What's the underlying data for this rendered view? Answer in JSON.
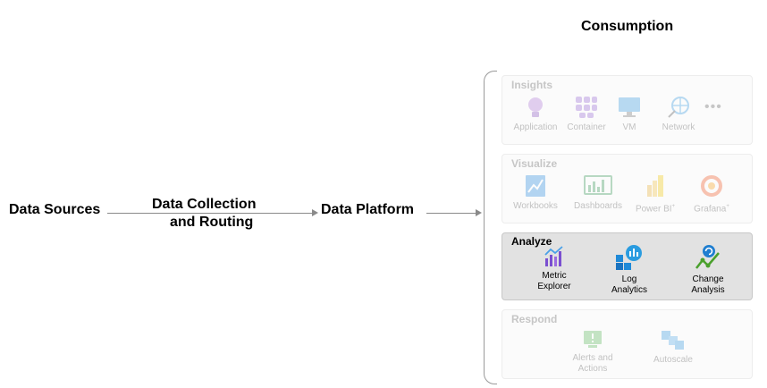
{
  "flow": {
    "data_sources": "Data Sources",
    "collection_line1": "Data Collection",
    "collection_line2": "and Routing",
    "data_platform": "Data Platform"
  },
  "consumption": {
    "title": "Consumption",
    "panels": {
      "insights": {
        "title": "Insights",
        "items": [
          "Application",
          "Container",
          "VM",
          "Network"
        ],
        "more": "•••"
      },
      "visualize": {
        "title": "Visualize",
        "items": [
          "Workbooks",
          "Dashboards",
          "Power BI",
          "Grafana"
        ],
        "power_bi_mark": "+",
        "grafana_mark": "+"
      },
      "analyze": {
        "title": "Analyze",
        "items": [
          {
            "line1": "Metric",
            "line2": "Explorer"
          },
          {
            "line1": "Log",
            "line2": "Analytics"
          },
          {
            "line1": "Change",
            "line2": "Analysis"
          }
        ]
      },
      "respond": {
        "title": "Respond",
        "items": [
          {
            "line1": "Alerts and",
            "line2": "Actions"
          },
          {
            "line1": "Autoscale",
            "line2": ""
          }
        ]
      }
    }
  },
  "colors": {
    "arrow": "#8a8a8a",
    "active_panel": "#e2e2e2",
    "faded_text": "#c6c6c6",
    "metric_purple": "#7a4fd0",
    "log_blue": "#1f8ad8",
    "change_green": "#4aa02c"
  }
}
